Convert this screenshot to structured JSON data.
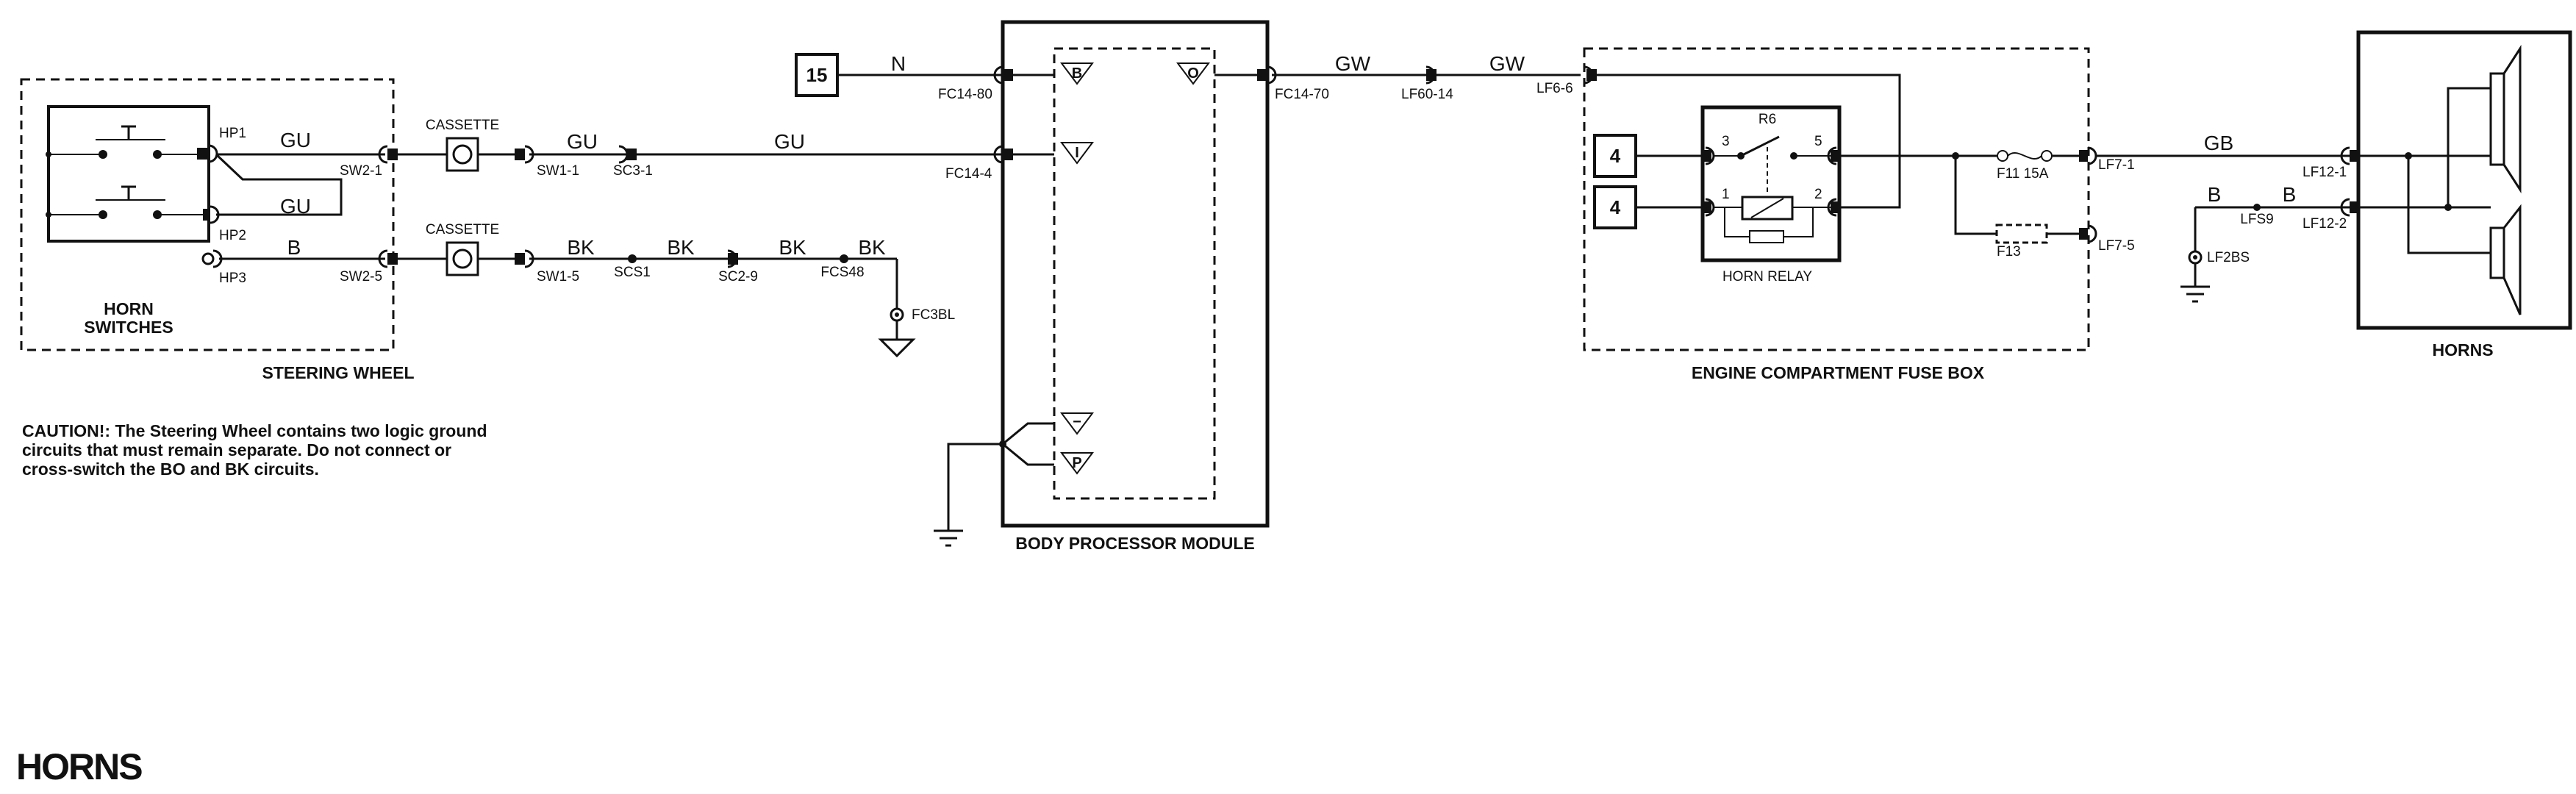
{
  "title": "HORNS",
  "caution": [
    "CAUTION!: The Steering Wheel contains two logic ground",
    "circuits that must remain separate. Do not connect or",
    "cross-switch the BO and BK circuits."
  ],
  "components": {
    "horn_switches": [
      "HORN",
      "SWITCHES"
    ],
    "steering_wheel": "STEERING WHEEL",
    "cassette": "CASSETTE",
    "body_processor_module": "BODY PROCESSOR MODULE",
    "engine_compartment_fuse_box": "ENGINE COMPARTMENT FUSE BOX",
    "horn_relay": "HORN RELAY",
    "relay_ref": "R6",
    "horns": "HORNS"
  },
  "boxes": {
    "ignition": "15",
    "relay_supply_a": "4",
    "relay_supply_b": "4"
  },
  "pins": {
    "hp1": "HP1",
    "hp2": "HP2",
    "hp3": "HP3",
    "sw2_1": "SW2-1",
    "sw2_5": "SW2-5",
    "sw1_1": "SW1-1",
    "sw1_5": "SW1-5",
    "sc3_1": "SC3-1",
    "scs1": "SCS1",
    "sc2_9": "SC2-9",
    "fcs48": "FCS48",
    "fc3bl": "FC3BL",
    "fc14_80": "FC14-80",
    "fc14_4": "FC14-4",
    "fc14_70": "FC14-70",
    "lf60_14": "LF60-14",
    "lf6_6": "LF6-6",
    "lf7_1": "LF7-1",
    "lf7_5": "LF7-5",
    "lf12_1": "LF12-1",
    "lf12_2": "LF12-2",
    "lfs9": "LFS9",
    "lf2bs": "LF2BS",
    "relay_3": "3",
    "relay_5": "5",
    "relay_1": "1",
    "relay_2": "2"
  },
  "fuses": {
    "f11": "F11 15A",
    "f13": "F13"
  },
  "wires": {
    "gu_a": "GU",
    "gu_b": "GU",
    "gu_c": "GU",
    "gu_d": "GU",
    "b_switch": "B",
    "bk_a": "BK",
    "bk_b": "BK",
    "bk_c": "BK",
    "bk_d": "BK",
    "n": "N",
    "gw_a": "GW",
    "gw_b": "GW",
    "gb": "GB",
    "b_ground_a": "B",
    "b_ground_b": "B"
  },
  "bpm_symbols": {
    "b": "B",
    "o": "O",
    "i": "I",
    "minus": "−",
    "p": "P"
  }
}
